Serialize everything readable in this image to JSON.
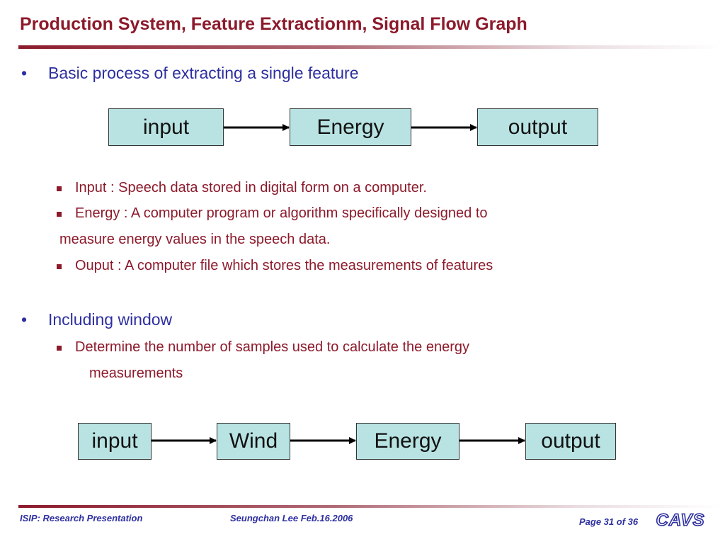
{
  "title": "Production System, Feature Extractionm, Signal Flow Graph",
  "section1": {
    "bullet": "•",
    "heading": "Basic process of extracting a single feature",
    "flow": [
      "input",
      "Energy",
      "output"
    ],
    "items": [
      "Input :  Speech data stored in digital form on a computer.",
      "Energy : A computer program or algorithm specifically designed to",
      "Ouput : A computer file which stores the measurements of features"
    ],
    "item2_continuation": "measure energy values in the speech data."
  },
  "section2": {
    "bullet": "•",
    "heading": "Including window",
    "items": [
      "Determine the number of samples used to calculate the energy"
    ],
    "item1_continuation": "measurements",
    "flow": [
      "input",
      "Wind",
      "Energy",
      "output"
    ]
  },
  "footer": {
    "left": "ISIP: Research Presentation",
    "center": "Seungchan Lee    Feb.16.2006",
    "page": "Page 31 of 36",
    "logo": "CAVS"
  },
  "colors": {
    "title": "#8c1a2b",
    "heading": "#2d2fa0",
    "box_fill": "#b9e3e3"
  }
}
